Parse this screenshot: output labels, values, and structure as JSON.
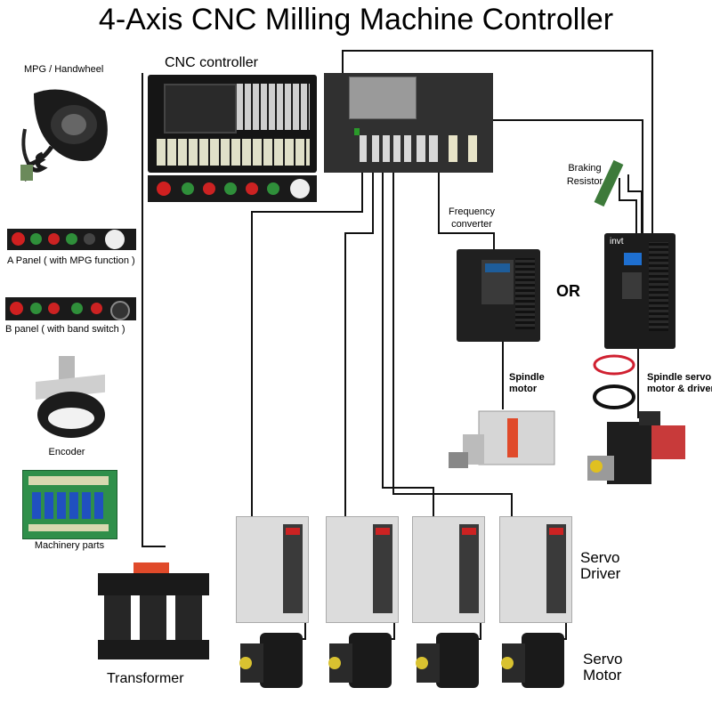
{
  "title": "4-Axis CNC Milling Machine Controller",
  "labels": {
    "mpg": "MPG / Handwheel",
    "cnc_controller": "CNC controller",
    "a_panel": "A Panel ( with MPG function )",
    "b_panel": "B panel  ( with band switch  )",
    "encoder": "Encoder",
    "machinery_parts": "Machinery parts",
    "transformer": "Transformer",
    "braking_resistor_1": "Braking",
    "braking_resistor_2": "Resistor",
    "frequency_converter_1": "Frequency",
    "frequency_converter_2": "converter",
    "or": "OR",
    "spindle_motor_1": "Spindle",
    "spindle_motor_2": "motor",
    "spindle_servo_1": "Spindle servo",
    "spindle_servo_2": "motor & driver",
    "servo_driver_1": "Servo",
    "servo_driver_2": "Driver",
    "servo_motor_1": "Servo",
    "servo_motor_2": "Motor",
    "drive_brand": "invt"
  }
}
